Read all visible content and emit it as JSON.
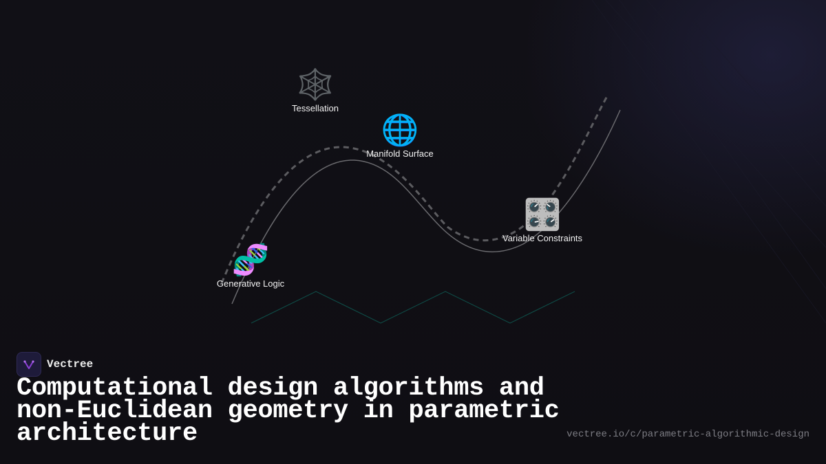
{
  "brand": {
    "name": "Vectree",
    "logo_icon": "vectree-logo-icon",
    "accent": "#8b3fd6"
  },
  "title": "Computational design algorithms and non-Euclidean geometry in parametric architecture",
  "url": "vectree.io/c/parametric-algorithmic-design",
  "diagram": {
    "nodes": [
      {
        "id": "tessellation",
        "icon": "web-icon",
        "emoji": "🕸️",
        "label": "Tessellation"
      },
      {
        "id": "manifold",
        "icon": "globe-icon",
        "emoji": "🌐",
        "label": "Manifold Surface"
      },
      {
        "id": "constraints",
        "icon": "control-knobs-icon",
        "emoji": "🎛️",
        "label": "Variable Constraints"
      },
      {
        "id": "generative",
        "icon": "dna-icon",
        "emoji": "🧬",
        "label": "Generative Logic"
      }
    ],
    "colors": {
      "curve": "#6e6e72",
      "dashed": "#5a5a5e",
      "zigzag": "#0f4a45"
    }
  }
}
